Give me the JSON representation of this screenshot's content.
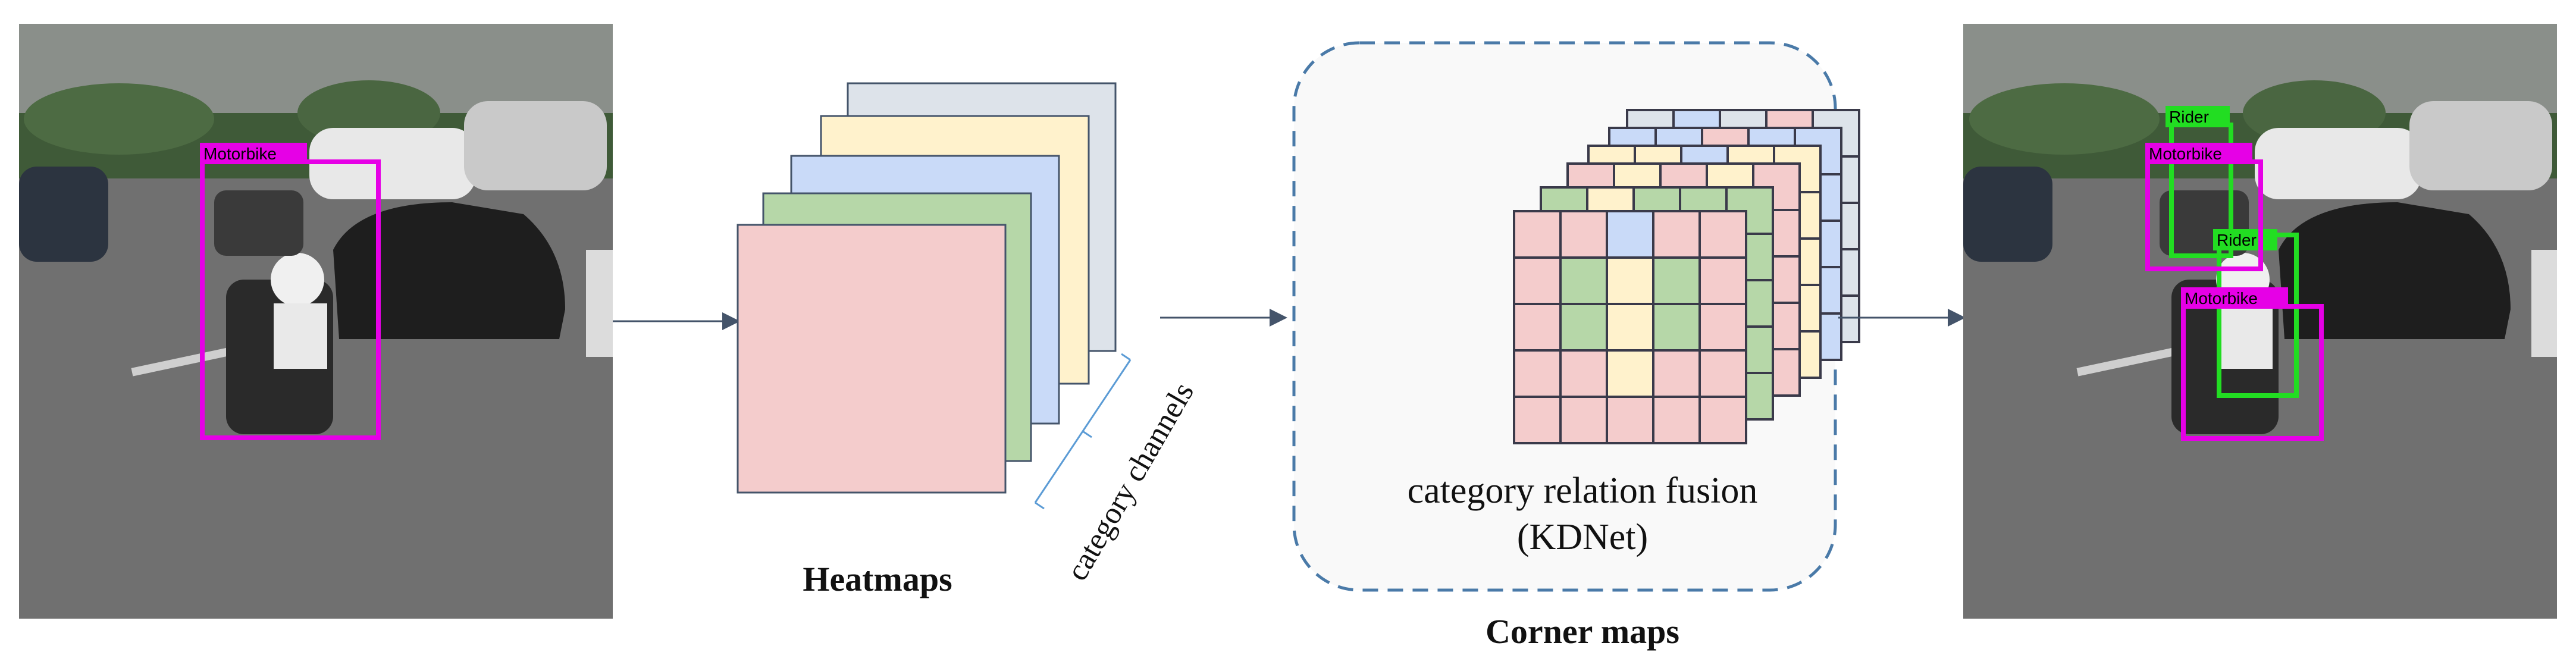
{
  "labels": {
    "heatmaps": "Heatmaps",
    "corner_maps": "Corner maps",
    "fusion_line1": "category relation fusion",
    "fusion_line2": "(KDNet)",
    "category_channels": "category channels"
  },
  "input_detections": [
    {
      "label": "Motorbike",
      "color": "#e600e6"
    }
  ],
  "output_detections": [
    {
      "label": "Rider",
      "color": "#22dd22"
    },
    {
      "label": "Motorbike",
      "color": "#e600e6"
    },
    {
      "label": "Rider",
      "color": "#22dd22"
    },
    {
      "label": "Motorbike",
      "color": "#e600e6"
    }
  ],
  "colors": {
    "red": "#f4cccc",
    "green": "#b6d7a8",
    "blue": "#c9daf8",
    "yellow": "#fff2cc",
    "gray": "#dde3ea",
    "arrow": "#44546a",
    "dashed_border": "#4a7aa8",
    "bracket": "#5b9bd5"
  }
}
